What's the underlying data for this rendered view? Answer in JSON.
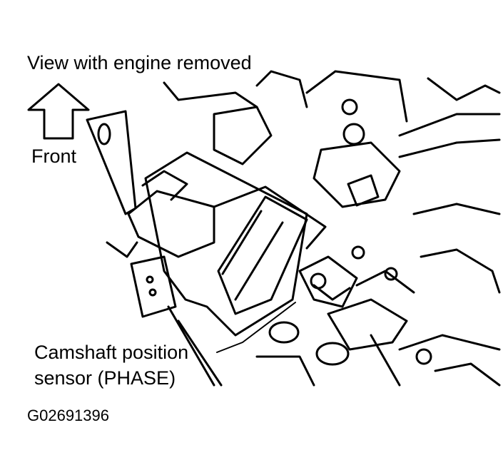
{
  "title": "View with engine removed",
  "direction_label": "Front",
  "callout": {
    "line1": "Camshaft position",
    "line2": "sensor (PHASE)"
  },
  "figure_code": "G02691396"
}
